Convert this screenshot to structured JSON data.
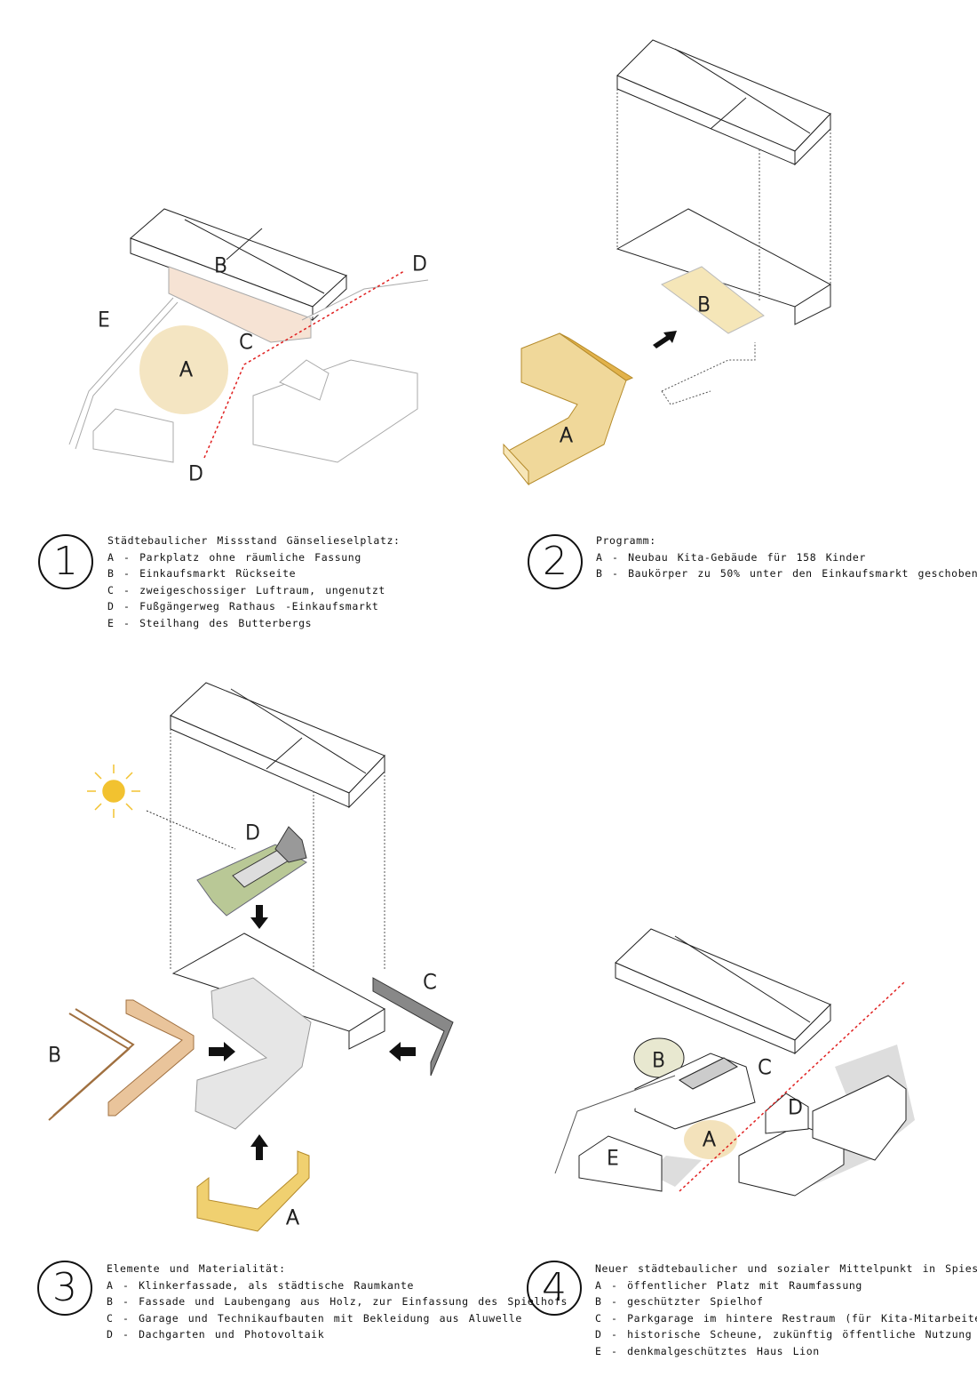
{
  "panels": [
    {
      "number": "1",
      "title": "Städtebaulicher Missstand Gänselieselplatz:",
      "items": [
        "A - Parkplatz ohne räumliche Fassung",
        "B - Einkaufsmarkt Rückseite",
        "C - zweigeschossiger Luftraum, ungenutzt",
        "D - Fußgängerweg Rathaus -Einkaufsmarkt",
        "E - Steilhang des Butterbergs"
      ],
      "labels": {
        "a": "A",
        "b": "B",
        "c": "C",
        "d1": "D",
        "d2": "D",
        "e": "E"
      }
    },
    {
      "number": "2",
      "title": "Programm:",
      "items": [
        "A - Neubau Kita-Gebäude für 158 Kinder",
        "B - Baukörper zu 50% unter den Einkaufsmarkt geschoben"
      ],
      "labels": {
        "a": "A",
        "b": "B"
      }
    },
    {
      "number": "3",
      "title": "Elemente und Materialität:",
      "items": [
        "A - Klinkerfassade, als städtische Raumkante",
        "B - Fassade und Laubengang aus Holz, zur Einfassung des Spielhofs",
        "C - Garage und Technikaufbauten mit Bekleidung aus Aluwelle",
        "D - Dachgarten und Photovoltaik"
      ],
      "labels": {
        "a": "A",
        "b": "B",
        "c": "C",
        "d": "D"
      }
    },
    {
      "number": "4",
      "title": "Neuer städtebaulicher und sozialer Mittelpunkt in Spiesen:",
      "items": [
        "A - öffentlicher Platz mit Raumfassung",
        "B - geschützter Spielhof",
        "C - Parkgarage im hintere Restraum (für Kita-Mitarbeiter)",
        "D - historische Scheune, zukünftig öffentliche Nutzung",
        "E - denkmalgeschütztes Haus Lion"
      ],
      "labels": {
        "a": "A",
        "b": "B",
        "c": "C",
        "d": "D",
        "e": "E"
      }
    }
  ],
  "colors": {
    "ochre": "#f0d89a",
    "ochre_dark": "#e2b24a",
    "wood": "#e9c49b",
    "roof_green": "#b9c896",
    "path_red": "#e02020",
    "sun": "#f2c230"
  }
}
